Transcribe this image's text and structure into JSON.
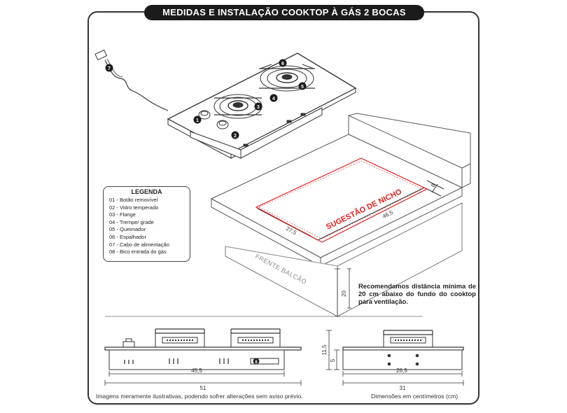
{
  "title": "MEDIDAS E INSTALAÇÃO COOKTOP À GÁS 2 BOCAS",
  "legend": {
    "title": "LEGENDA",
    "items": [
      "01 - Botão removível",
      "02 - Vidro temperado",
      "03 - Flange",
      "04 - Trempe/ grade",
      "05 - Queimador",
      "06 - Espalhador",
      "07 - Cabo de alimentação",
      "08 - Bico entrada do gás"
    ]
  },
  "callouts": [
    "1",
    "2",
    "3",
    "4",
    "5",
    "6",
    "7",
    "8"
  ],
  "niche": {
    "label": "SUGESTÃO DE NICHO",
    "width": "46,5",
    "depth": "27,5",
    "back_gap": "8",
    "front_label": "FRENTE BALCÃO",
    "below_gap": "20"
  },
  "note": "Recomendamos distância mínima de 20 cm abaixo do fundo do cooktop para ventilação.",
  "front_view": {
    "inner_width": "45,5",
    "outer_width": "51"
  },
  "side_view": {
    "total_height": "11,5",
    "body_height": "5",
    "inner_depth": "26,5",
    "outer_depth": "31"
  },
  "footer": {
    "disclaimer": "Imagens meramente ilustrativas, podendo sofrer alterações sem aviso prévio.",
    "units": "Dimensões em centímetros (cm)"
  },
  "colors": {
    "niche_red": "#e02020",
    "line": "#333333",
    "title_bg": "#1b1b1b"
  }
}
